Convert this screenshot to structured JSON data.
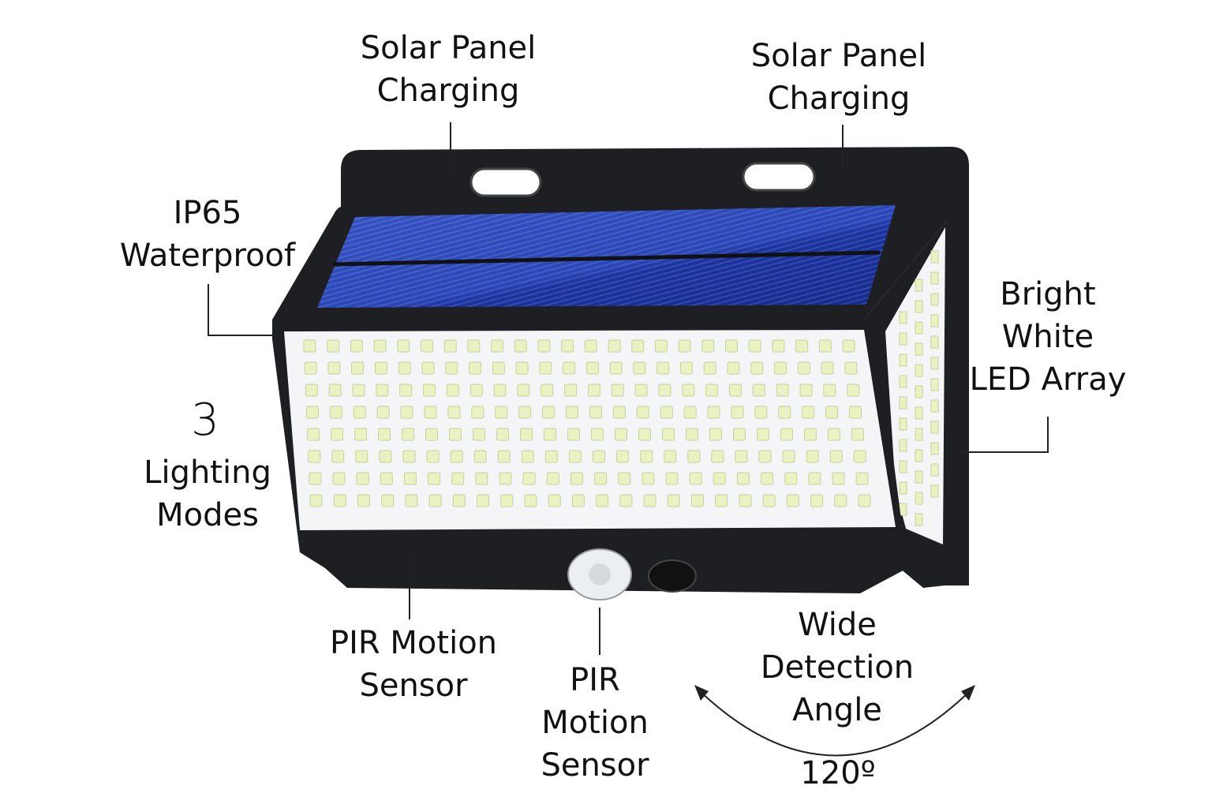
{
  "labels": {
    "solar_left": [
      "Solar Panel",
      "Charging"
    ],
    "solar_right": [
      "Solar Panel",
      "Charging"
    ],
    "waterproof": [
      "IP65",
      "Waterproof"
    ],
    "modes_number": "3",
    "modes": [
      "Lighting",
      "Modes"
    ],
    "led": [
      "Bright",
      "White",
      "LED Array"
    ],
    "pir_left": [
      "PIR Motion",
      "Sensor"
    ],
    "pir_center": [
      "PIR",
      "Motion",
      "Sensor"
    ],
    "angle": [
      "Wide",
      "Detection",
      "Angle"
    ],
    "angle_value": "120º"
  },
  "colors": {
    "body": "#1e1f22",
    "panel": "#1f3fa8",
    "face": "#f3f5f7",
    "led": "#e9f2c0",
    "line": "#222222"
  },
  "led_grid": {
    "rows": 8,
    "cols": 24,
    "side_rows": 12,
    "side_cols": 3
  }
}
